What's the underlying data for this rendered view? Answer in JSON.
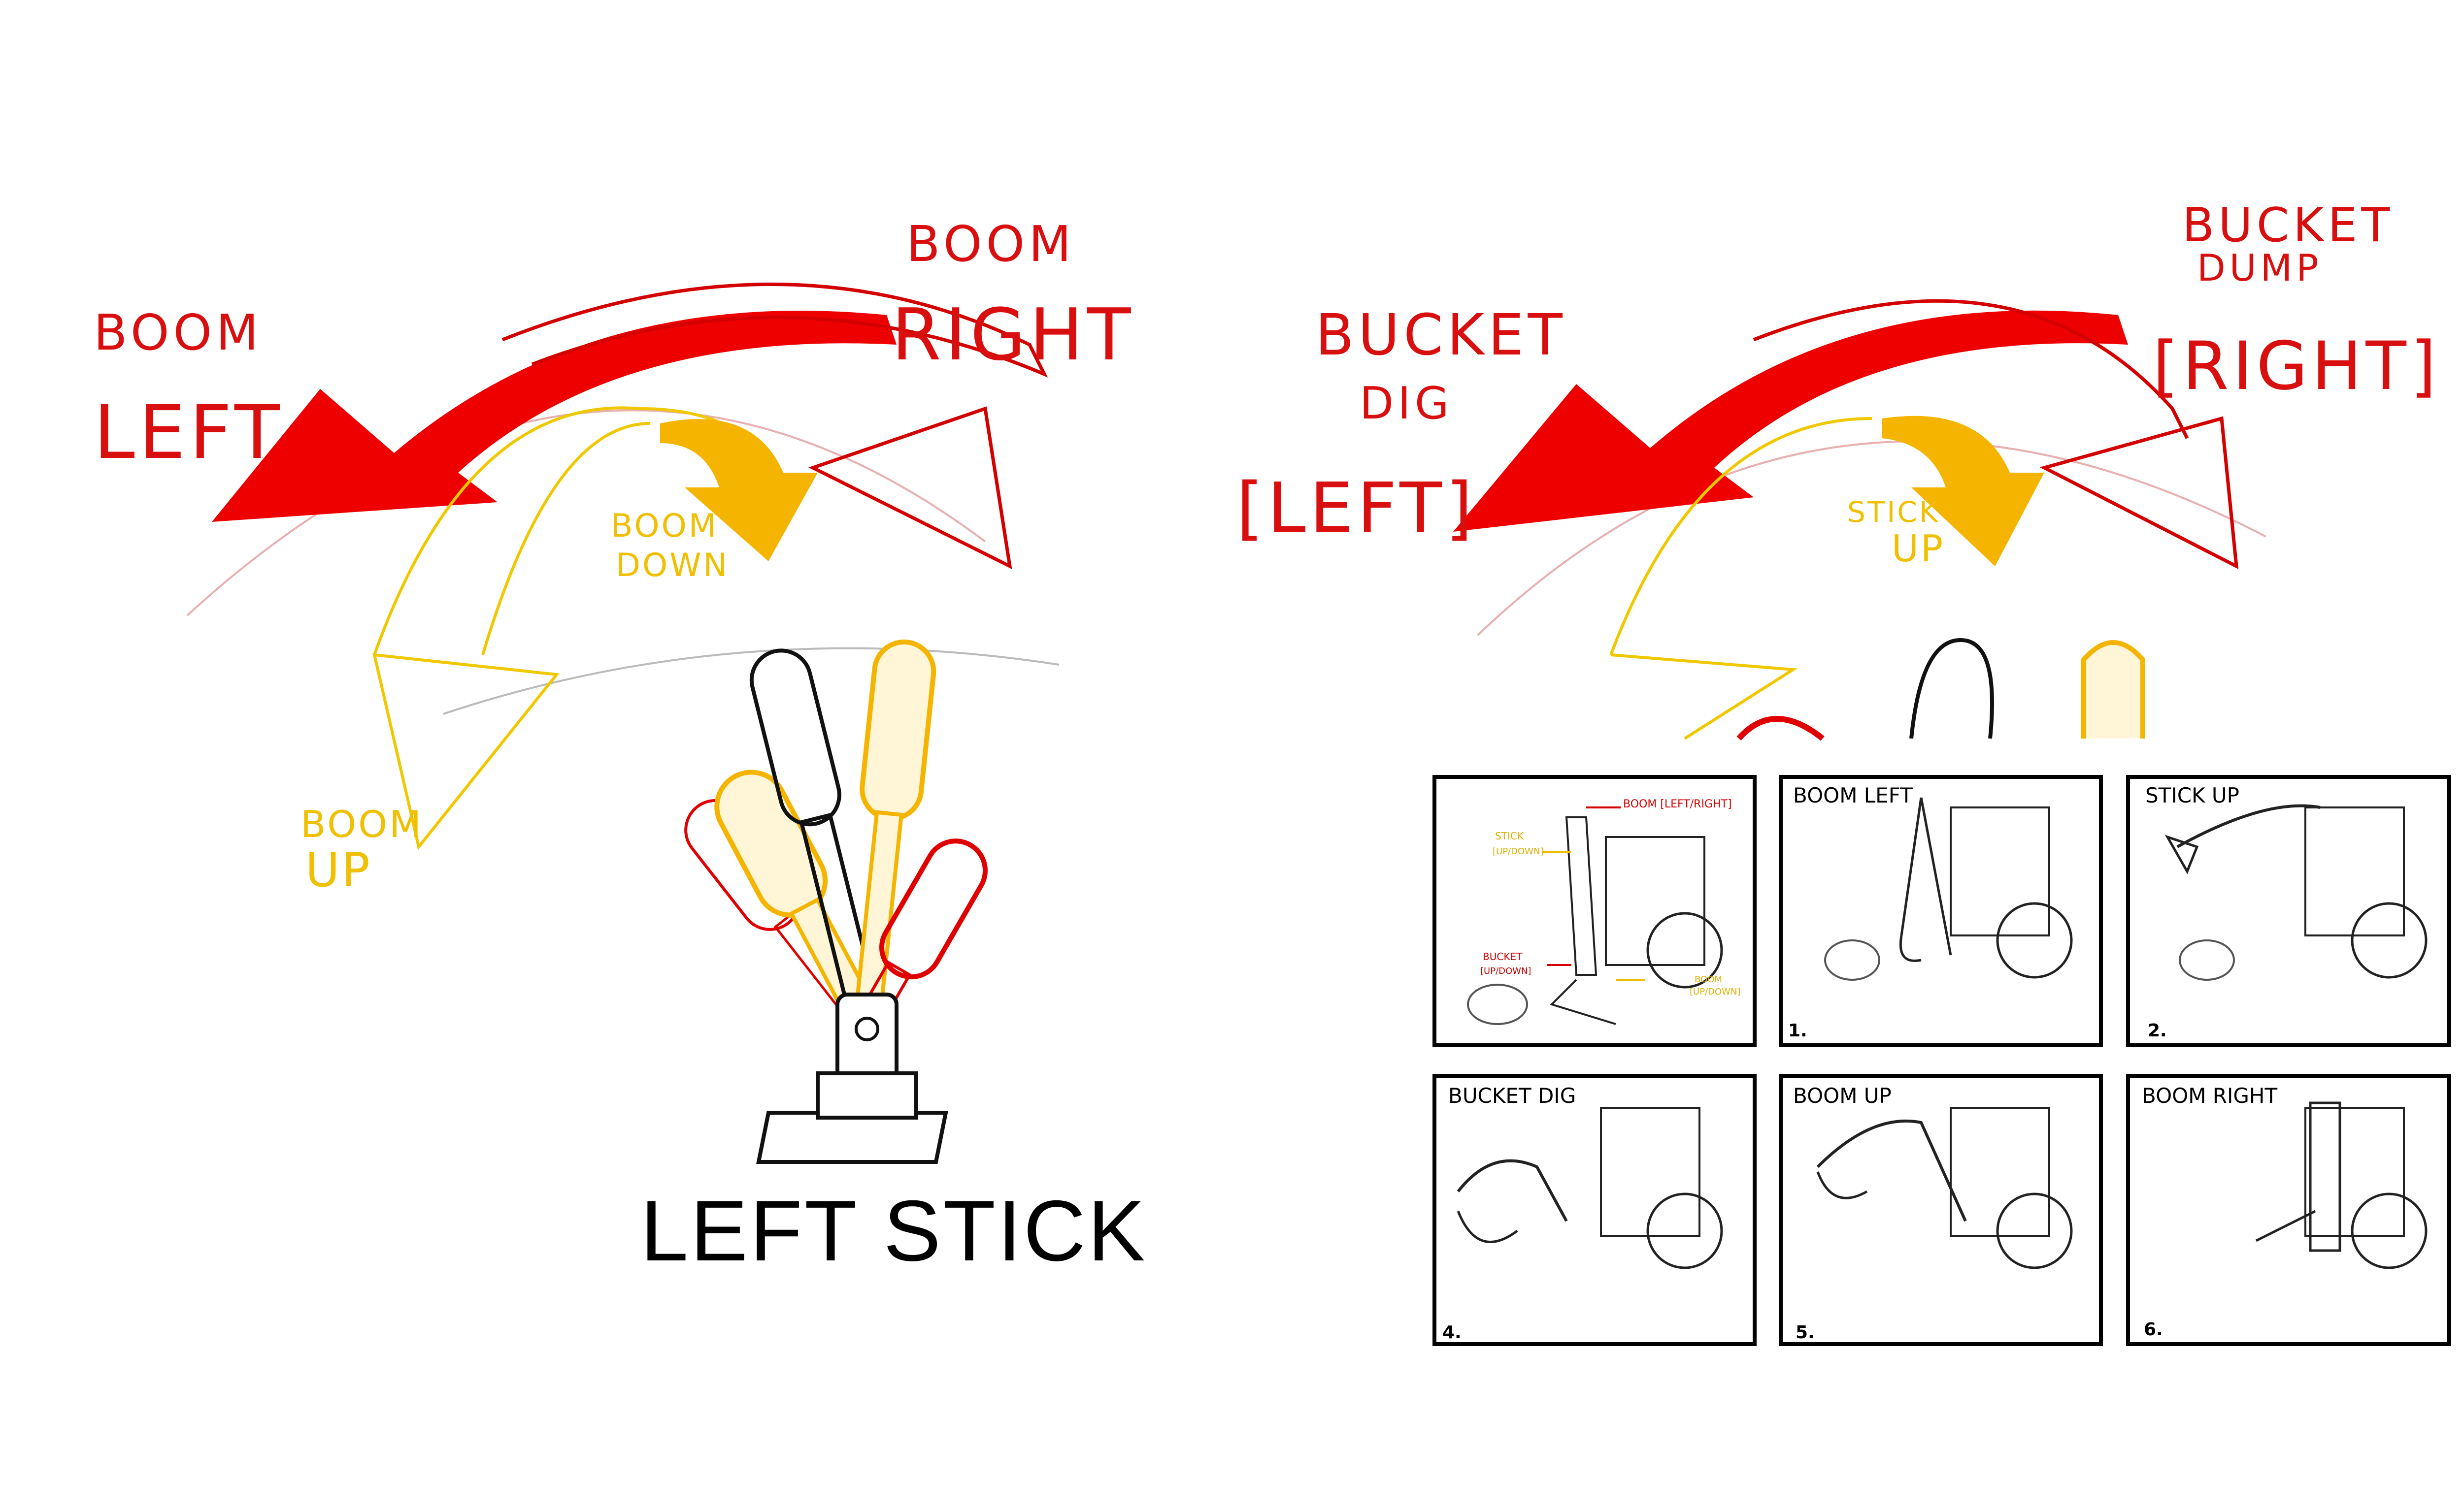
{
  "colors": {
    "red": "#e00000",
    "orange": "#f5b400",
    "yellow": "#f0c800",
    "ink": "#111111"
  },
  "left_diagram": {
    "boom_left_top": "BOOM",
    "boom_left_bottom": "LEFT",
    "boom_right_top": "BOOM",
    "boom_right_bottom": "RIGHT",
    "boom_down_top": "BOOM",
    "boom_down_bottom": "DOWN",
    "boom_up_top": "BOOM",
    "boom_up_bottom": "UP",
    "caption": "LEFT STICK"
  },
  "right_diagram": {
    "bucket_dig_1": "BUCKET",
    "bucket_dig_2": "DIG",
    "bucket_dig_3": "[LEFT]",
    "bucket_dump_1": "BUCKET",
    "bucket_dump_2": "DUMP",
    "bucket_dump_3": "[RIGHT]",
    "stick_up_1": "STICK",
    "stick_up_2": "UP"
  },
  "panels": [
    {
      "label": "",
      "number": "",
      "annotations": {
        "boom": "BOOM [LEFT/RIGHT]",
        "stick_1": "STICK",
        "stick_2": "[UP/DOWN]",
        "bucket_1": "BUCKET",
        "bucket_2": "[UP/DOWN]",
        "boom_ud_1": "BOOM",
        "boom_ud_2": "[UP/DOWN]"
      }
    },
    {
      "label": "BOOM LEFT",
      "number": "1."
    },
    {
      "label": "STICK UP",
      "number": "2."
    },
    {
      "label": "BUCKET DIG",
      "number": "4."
    },
    {
      "label": "BOOM UP",
      "number": "5."
    },
    {
      "label": "BOOM RIGHT",
      "number": "6."
    }
  ]
}
